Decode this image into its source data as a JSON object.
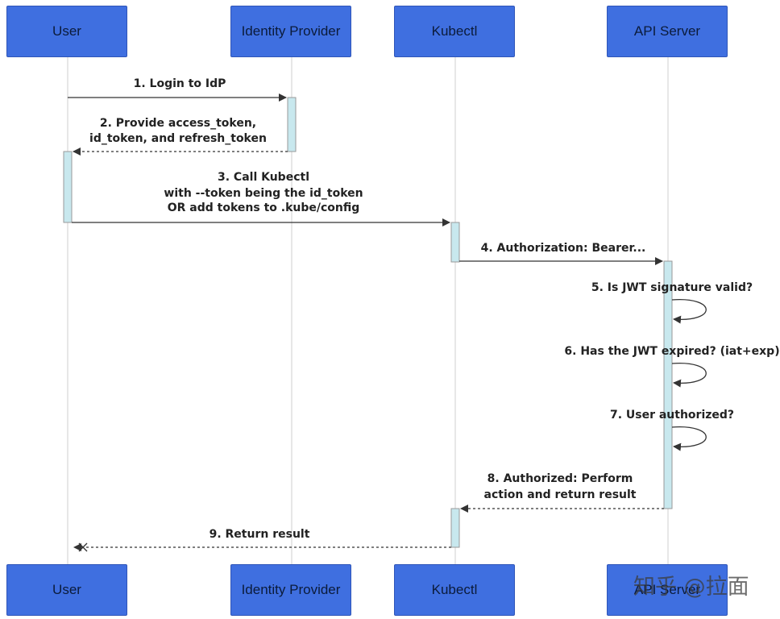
{
  "participants": [
    {
      "label": "User"
    },
    {
      "label": "Identity Provider"
    },
    {
      "label": "Kubectl"
    },
    {
      "label": "API Server"
    }
  ],
  "messages": [
    {
      "lines": [
        "1. Login to IdP"
      ]
    },
    {
      "lines": [
        "2. Provide access_token,",
        "id_token, and refresh_token"
      ]
    },
    {
      "lines": [
        "3. Call Kubectl",
        "with --token being the id_token",
        "OR add tokens to .kube/config"
      ]
    },
    {
      "lines": [
        "4. Authorization: Bearer..."
      ]
    },
    {
      "lines": [
        "5. Is JWT signature valid?"
      ]
    },
    {
      "lines": [
        "6. Has the JWT expired? (iat+exp)"
      ]
    },
    {
      "lines": [
        "7. User authorized?"
      ]
    },
    {
      "lines": [
        "8. Authorized: Perform",
        "action and return result"
      ]
    },
    {
      "lines": [
        "9. Return result"
      ]
    }
  ],
  "watermark": "知乎 @拉面",
  "colors": {
    "actor_fill": "#3f6fe0",
    "activation_fill": "#c8e8ee",
    "line": "#333333"
  }
}
